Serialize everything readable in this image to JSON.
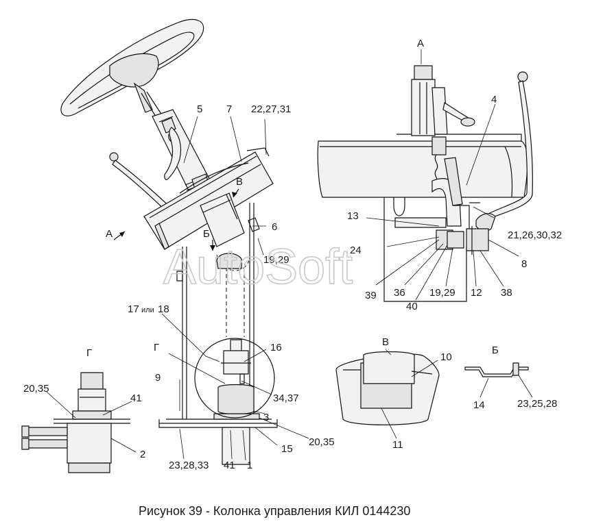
{
  "caption": "Рисунок 39 - Колонка управления КИЛ 0144230",
  "watermark": "AutoSoft",
  "views": {
    "a": "А",
    "b": "Б",
    "v": "В",
    "g": "Г"
  },
  "callouts": {
    "c1": "1",
    "c2": "2",
    "c3": "3",
    "c4": "4",
    "c5": "5",
    "c6": "6",
    "c7": "7",
    "c8": "8",
    "c9": "9",
    "c10": "10",
    "c11": "11",
    "c12": "12",
    "c13": "13",
    "c14": "14",
    "c15": "15",
    "c16": "16",
    "c17_18": "17",
    "c17_or": "или",
    "c17_18b": "18",
    "c19_29a": "19,29",
    "c19_29b": "19,29",
    "c20_35a": "20,35",
    "c20_35b": "20,35",
    "c21": "21,26,30,32",
    "c22": "22,27,31",
    "c23a": "23,28,33",
    "c23b": "23,25,28",
    "c24": "24",
    "c34": "34,37",
    "c36": "36",
    "c38": "38",
    "c39": "39",
    "c40": "40",
    "c41a": "41",
    "c41b": "41"
  }
}
